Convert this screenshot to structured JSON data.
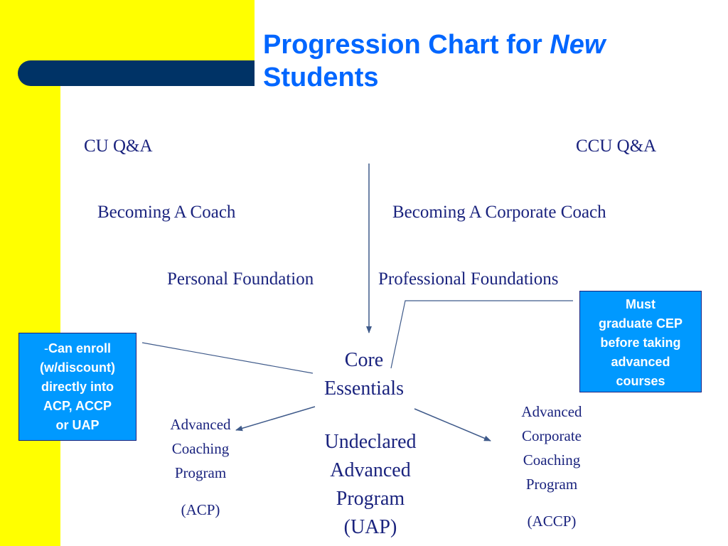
{
  "title": {
    "line1": "Progression Chart for ",
    "emph": "New",
    "line2": "Students"
  },
  "labels": {
    "cu_qa": "CU Q&A",
    "ccu_qa": "CCU Q&A",
    "becoming_coach": "Becoming A Coach",
    "becoming_corporate_coach": "Becoming A Corporate Coach",
    "personal_foundation": "Personal Foundation",
    "professional_foundations": "Professional Foundations"
  },
  "core": {
    "line1": "Core",
    "line2": "Essentials"
  },
  "programs": {
    "acp": {
      "lines": [
        "Advanced",
        "Coaching",
        "Program"
      ],
      "abbr": "(ACP)"
    },
    "uap": {
      "lines": [
        "Undeclared",
        "Advanced",
        "Program",
        "(UAP)"
      ]
    },
    "accp": {
      "lines": [
        "Advanced",
        "Corporate",
        "Coaching",
        "Program"
      ],
      "abbr": "(ACCP)"
    }
  },
  "callouts": {
    "enroll": {
      "dash": "-",
      "lines": [
        "Can enroll",
        "(w/discount)",
        "directly into",
        "ACP, ACCP",
        "or UAP"
      ]
    },
    "graduate": {
      "lines": [
        "Must",
        "graduate CEP",
        "before taking",
        "advanced",
        "courses"
      ]
    }
  },
  "colors": {
    "yellow": "#ffff00",
    "navy": "#003366",
    "title_blue": "#0066ff",
    "text_navy": "#1a237e",
    "callout_blue": "#0099ff",
    "line": "#3f5a8a"
  }
}
